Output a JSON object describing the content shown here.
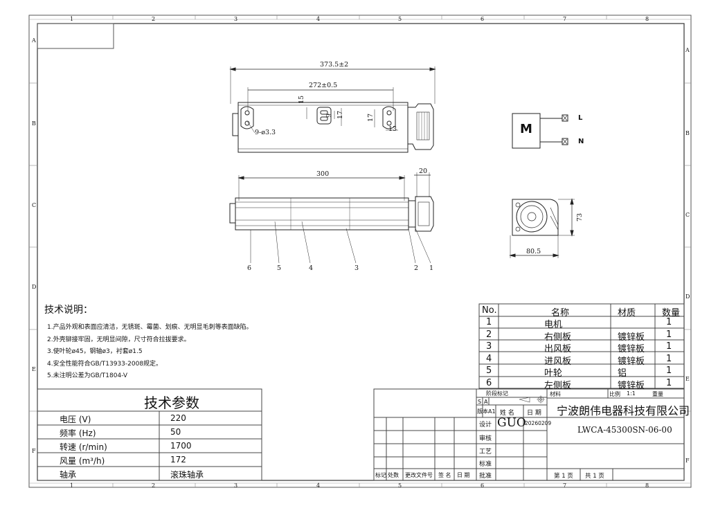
{
  "frame": {
    "col_marks": [
      "1",
      "2",
      "3",
      "4",
      "5",
      "6",
      "7",
      "8"
    ],
    "row_marks": [
      "A",
      "B",
      "C",
      "D",
      "E",
      "F"
    ]
  },
  "dimensions": {
    "overall_length": "373.5±2",
    "hole_spacing": "272±0.5",
    "hole_callout": "9-ø3.3",
    "d15": "15",
    "d9": "9",
    "d17a": "17",
    "d17b": "17",
    "d13": "13",
    "impeller_length": "300",
    "motor_width": "20",
    "side_height": "73",
    "side_width": "80.5"
  },
  "part_callouts": [
    "6",
    "5",
    "4",
    "3",
    "2",
    "1"
  ],
  "wiring": {
    "motor_label": "M",
    "lead_l": "L",
    "lead_n": "N"
  },
  "tech_notes": {
    "title": "技术说明：",
    "items": [
      "1.产品外观和表面应清洁，无锈斑、霉菌、划痕、无明显毛刺等表面缺陷。",
      "2.外壳铆接牢固，无明显间隙，尺寸符合拉拔要求。",
      "3.使叶轮ø45，钢轴ø3，衬套ø1.5",
      "4.安全性能符合GB/T13933-2008规定。",
      "5.未注明公差为GB/T1804-V"
    ]
  },
  "parts_table": {
    "headers": [
      "No.",
      "名称",
      "材质",
      "数量"
    ],
    "rows": [
      [
        "1",
        "电机",
        "",
        "1"
      ],
      [
        "2",
        "右侧板",
        "镀锌板",
        "1"
      ],
      [
        "3",
        "出风板",
        "镀锌板",
        "1"
      ],
      [
        "4",
        "进风板",
        "镀锌板",
        "1"
      ],
      [
        "5",
        "叶轮",
        "铝",
        "1"
      ],
      [
        "6",
        "左侧板",
        "镀锌板",
        "1"
      ]
    ]
  },
  "params": {
    "title": "技术参数",
    "rows": [
      [
        "电压 (V)",
        "220"
      ],
      [
        "频率 (Hz)",
        "50"
      ],
      [
        "转速  (r/min)",
        "1700"
      ],
      [
        "风量   (m³/h)",
        "172"
      ],
      [
        "轴承",
        "滚珠轴承"
      ]
    ]
  },
  "title_block": {
    "stage_label": "阶段标记",
    "material_label": "材料",
    "scale_label": "比例",
    "scale_value": "1:1",
    "weight_label": "重量",
    "s_label": "S",
    "a_label": "A",
    "version_label": "版本A1",
    "name_label": "姓 名",
    "date_label": "日 期",
    "design_label": "设计",
    "designer": "GUO",
    "date_value": "20260209",
    "review_label": "审核",
    "process_label": "工艺",
    "standard_label": "标准",
    "approve_label": "批准",
    "company": "宁波朗伟电器科技有限公司",
    "drawing_no": "LWCA-45300SN-06-00",
    "sheet_label": "第 1 页",
    "total_label": "共 1 页",
    "revision_headers": [
      "标记",
      "处数",
      "更改文件号",
      "签 名",
      "日 期"
    ]
  }
}
